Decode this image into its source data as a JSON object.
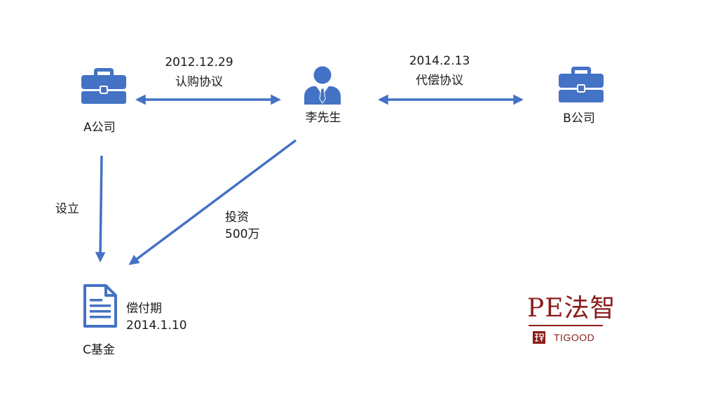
{
  "entities": {
    "company_a": {
      "label": "A公司",
      "icon": "briefcase-icon"
    },
    "person": {
      "label": "李先生",
      "icon": "businessman-icon"
    },
    "company_b": {
      "label": "B公司",
      "icon": "briefcase-icon"
    },
    "fund_c": {
      "label": "C基金",
      "icon": "document-icon",
      "note_line1": "偿付期",
      "note_line2": "2014.1.10"
    }
  },
  "relations": {
    "subscription": {
      "date": "2012.12.29",
      "label": "认购协议"
    },
    "compensation": {
      "date": "2014.2.13",
      "label": "代偿协议"
    },
    "establish": {
      "label": "设立"
    },
    "invest": {
      "label_line1": "投资",
      "label_line2": "500万"
    }
  },
  "logo": {
    "title": "PE法智",
    "subtitle": "TIGOOD",
    "seal_icon": "seal-icon"
  },
  "colors": {
    "accent": "#4472c4",
    "logo": "#8b1d1d"
  }
}
